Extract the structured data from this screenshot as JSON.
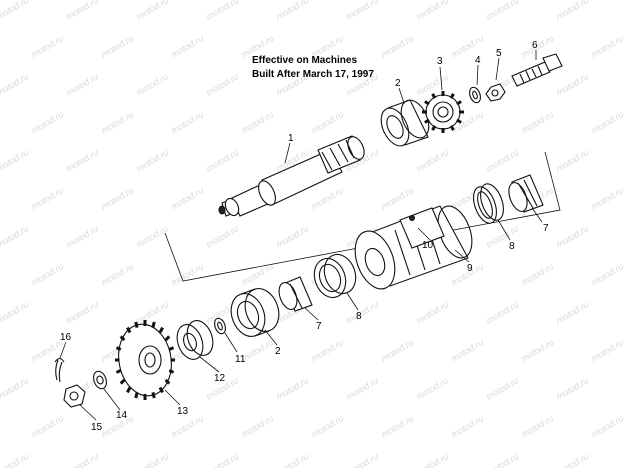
{
  "title": {
    "line1": "Effective on Machines",
    "line2": "Built After March 17, 1997"
  },
  "watermark": "motod.ru",
  "callouts": {
    "c1": "1",
    "c2a": "2",
    "c2b": "2",
    "c3": "3",
    "c4": "4",
    "c5": "5",
    "c6": "6",
    "c7a": "7",
    "c7b": "7",
    "c8a": "8",
    "c8b": "8",
    "c9": "9",
    "c10": "10",
    "c11": "11",
    "c12": "12",
    "c13": "13",
    "c14": "14",
    "c15": "15",
    "c16": "16"
  }
}
